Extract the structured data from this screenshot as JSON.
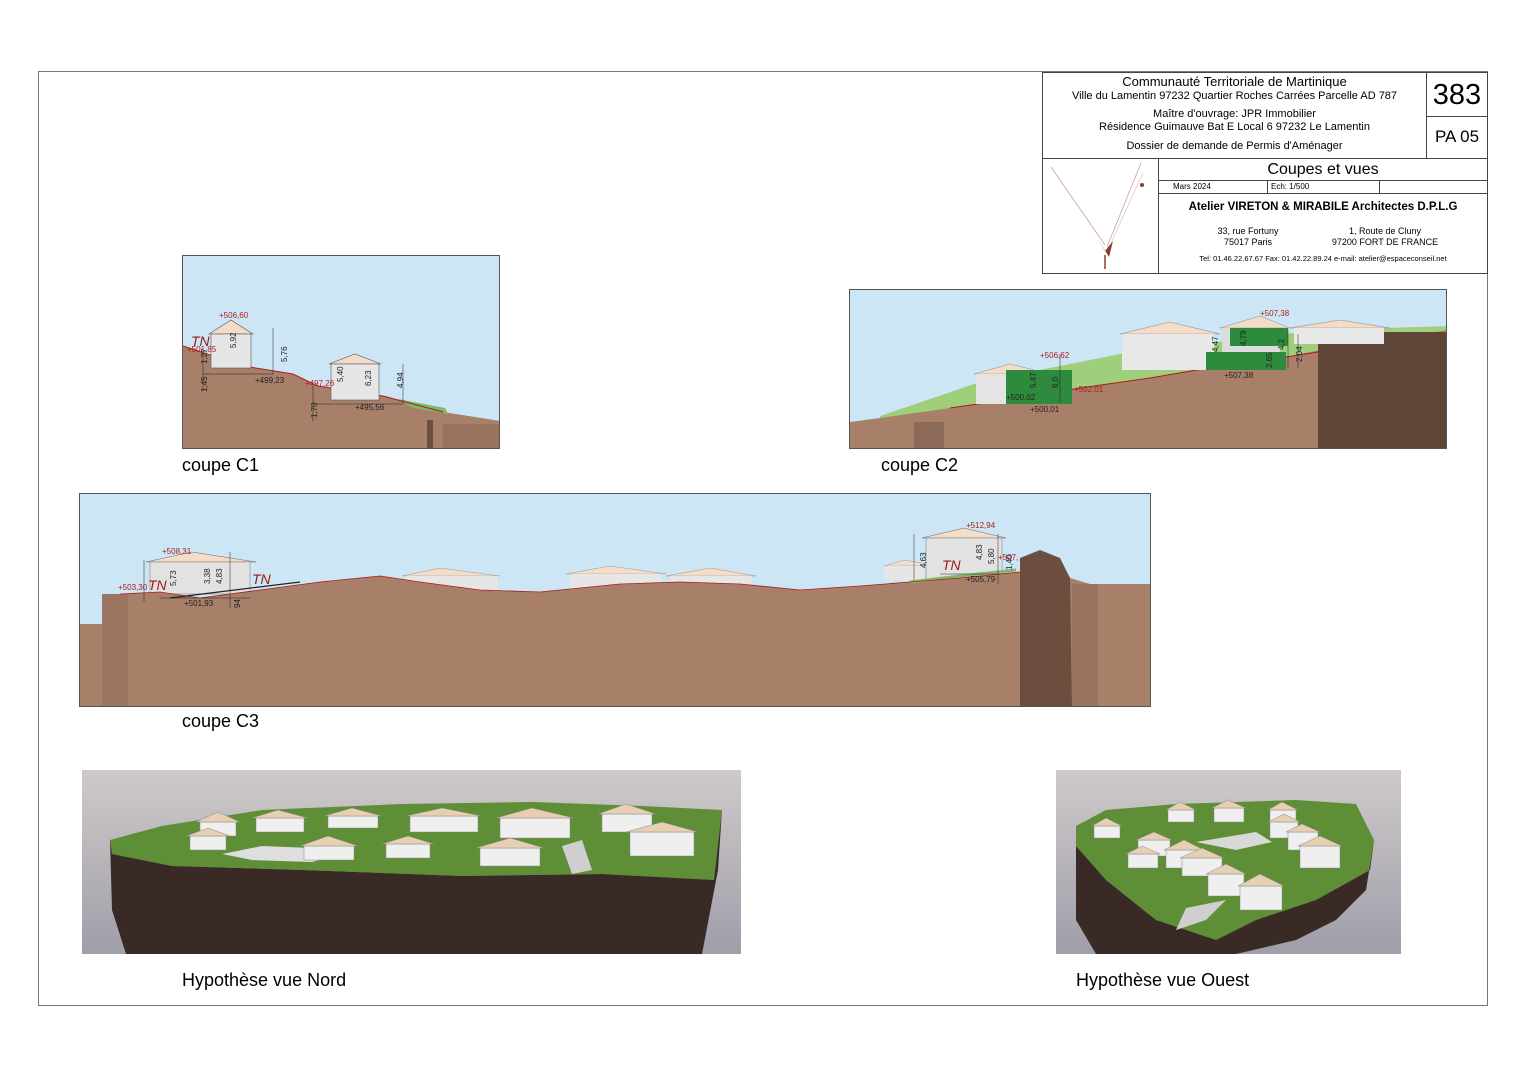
{
  "title_block": {
    "line1": "Communauté Territoriale de Martinique",
    "line2": "Ville du Lamentin  97232 Quartier Roches Carrées Parcelle AD 787",
    "line3": "Maître d'ouvrage: JPR Immobilier",
    "line4": "Résidence Guimauve Bat E Local 6   97232 Le Lamentin",
    "line5": "Dossier de demande de Permis d'Aménager",
    "number": "383",
    "code": "PA  05",
    "sheet_title": "Coupes et vues",
    "date": "Mars 2024",
    "scale": "Ech: 1/500",
    "architects": "Atelier VIRETON & MIRABILE Architectes D.P.L.G",
    "address_paris_1": "33, rue Fortuny",
    "address_paris_2": "75017  Paris",
    "address_fdf_1": "1, Route de Cluny",
    "address_fdf_2": "97200 FORT DE FRANCE",
    "contact": "Tel: 01.46.22.67.67    Fax: 01.42.22.89.24    e-mail: atelier@espaceconseil.net"
  },
  "sections": {
    "c1": {
      "caption": "coupe C1",
      "tn": "TN",
      "levels": [
        "+506,60",
        "+501,85",
        "+499,23",
        "+497,26",
        "+495,56"
      ],
      "dims": [
        "5,92",
        "5,76",
        "1,27",
        "1,45",
        "5,40",
        "6,23",
        "4,94",
        "1,70"
      ]
    },
    "c2": {
      "caption": "coupe C2",
      "levels": [
        "+506,62",
        "+502,01",
        "+500,01",
        "+507,38",
        "+507,38",
        "+500,02"
      ],
      "dims": [
        "5,47",
        "6,0",
        "4,47",
        "4,79",
        "2,65",
        "4,2",
        "2,04"
      ]
    },
    "c3": {
      "caption": "coupe C3",
      "tn": "TN",
      "levels": [
        "+508,31",
        "+503,30",
        "+501,93",
        "+512,94",
        "+505,79",
        "+507,"
      ],
      "dims": [
        "5,73",
        "3,38",
        "4,83",
        "94",
        "4,63",
        "4,83",
        "5,80",
        "1,40"
      ]
    }
  },
  "views": {
    "north": "Hypothèse vue Nord",
    "west": "Hypothèse vue Ouest"
  },
  "colors": {
    "sky": "#cde6f6",
    "earth": "#a8806a",
    "earth_dark": "#6b4e3e",
    "grass": "#6a9a3a",
    "cliff": "#3a2a25",
    "building": "#e4e4e4",
    "roof": "#eed2b5",
    "level_red": "#b01a1a",
    "green_block": "#2e8b3e"
  }
}
